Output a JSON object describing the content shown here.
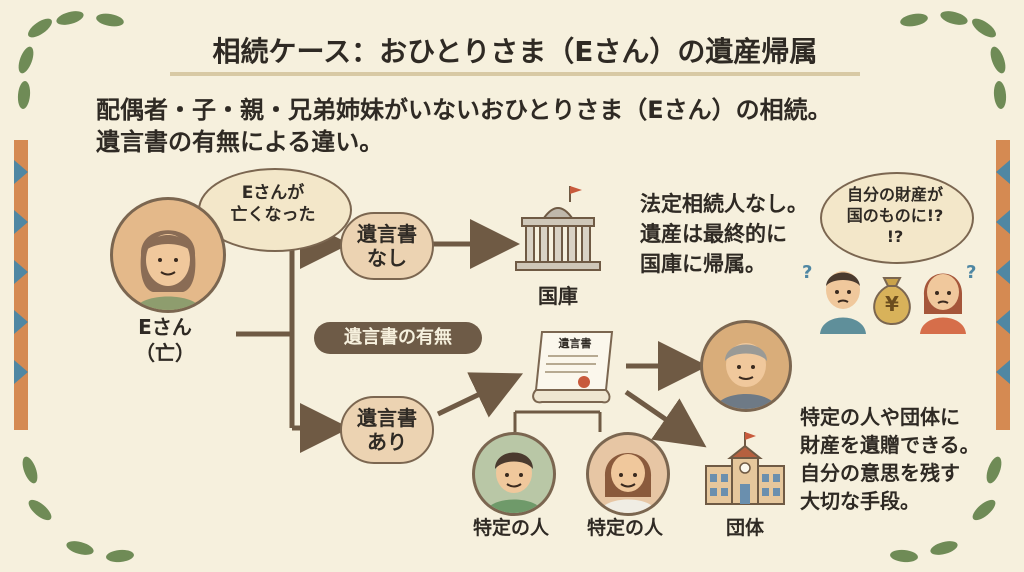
{
  "title": "相続ケース：おひとりさま（Eさん）の遺産帰属",
  "intro": {
    "line1": "配偶者・子・親・兄弟姉妹がいないおひとりさま（Eさん）の相続。",
    "line2": "遺言書の有無による違い。"
  },
  "deceased": {
    "bubble_line1": "Eさんが",
    "bubble_line2": "亡くなった",
    "name": "Eさん",
    "status": "（亡）"
  },
  "branch": {
    "label": "遺言書の有無",
    "no_will_line1": "遺言書",
    "no_will_line2": "なし",
    "with_will_line1": "遺言書",
    "with_will_line2": "あり"
  },
  "no_will_outcome": {
    "building_label": "国庫",
    "line1": "法定相続人なし。",
    "line2": "遺産は最終的に",
    "line3": "国庫に帰属。",
    "reaction_line1": "自分の財産が",
    "reaction_line2": "国のものに!?",
    "reaction_line3": "!?",
    "question1": "?",
    "question2": "?",
    "money_symbol": "¥"
  },
  "with_will_outcome": {
    "document_label": "遺言書",
    "person1_label": "特定の人",
    "person2_label": "特定の人",
    "group_label": "団体",
    "line1": "特定の人や団体に",
    "line2": "財産を遺贈できる。",
    "line3": "自分の意思を残す",
    "line4": "大切な手段。"
  },
  "colors": {
    "background": "#f6f0dd",
    "outline": "#7b6650",
    "arrow": "#6f5a44",
    "pill": "#ecd3b2",
    "label_pill": "#6e5b47",
    "leaf": "#6f8b56"
  }
}
